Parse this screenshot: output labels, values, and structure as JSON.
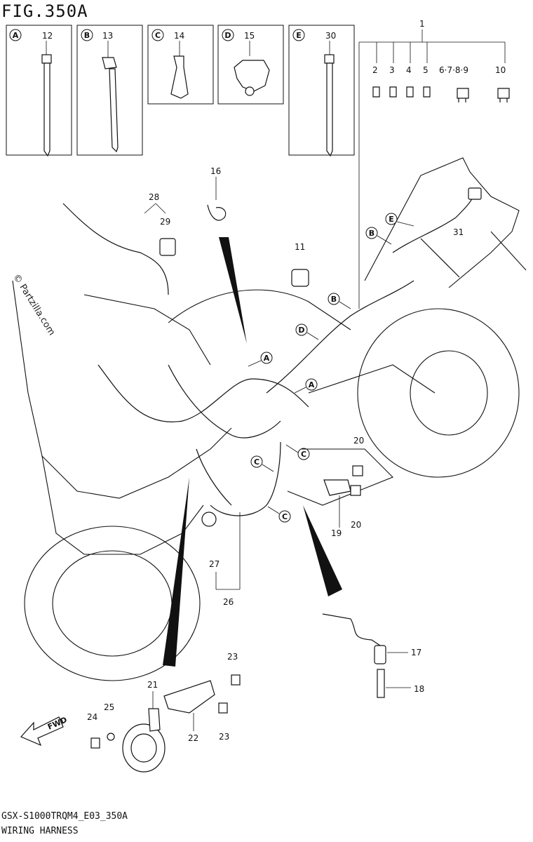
{
  "figure": {
    "title": "FIG.350A",
    "model_code": "GSX-S1000TRQM4_E03_350A",
    "name": "WIRING HARNESS",
    "watermark": "© Partzilla.com"
  },
  "panels": [
    {
      "letter": "A",
      "part_no": "12"
    },
    {
      "letter": "B",
      "part_no": "13"
    },
    {
      "letter": "C",
      "part_no": "14"
    },
    {
      "letter": "D",
      "part_no": "15"
    },
    {
      "letter": "E",
      "part_no": "30"
    }
  ],
  "fuse_group": {
    "parent": "1",
    "items": [
      "2",
      "3",
      "4",
      "5",
      "6·7·8·9",
      "10"
    ]
  },
  "labels": {
    "p11": "11",
    "p16": "16",
    "p17": "17",
    "p18": "18",
    "p19": "19",
    "p20a": "20",
    "p20b": "20",
    "p21": "21",
    "p22": "22",
    "p23a": "23",
    "p23b": "23",
    "p24": "24",
    "p25": "25",
    "p26": "26",
    "p27": "27",
    "p28": "28",
    "p29": "29",
    "p31": "31"
  },
  "callouts": {
    "a1": "A",
    "a2": "A",
    "b1": "B",
    "b2": "B",
    "c1": "C",
    "c2": "C",
    "c3": "C",
    "d1": "D",
    "e1": "E"
  },
  "fwd_label": "FWD"
}
